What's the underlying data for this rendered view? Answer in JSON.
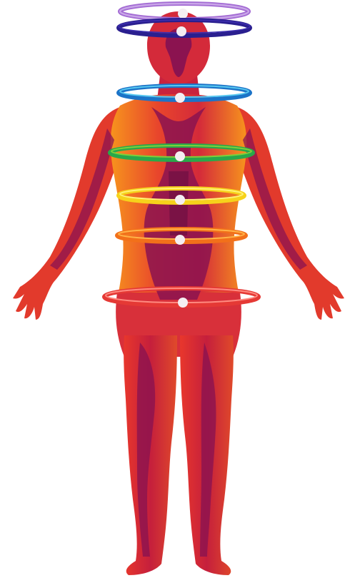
{
  "figure": {
    "kind": "chakra-body-illustration"
  },
  "palette": {
    "background": "#ffffff",
    "body_highlight": "#f7941d",
    "body_mid": "#e8372c",
    "body_shadow": "#8b1350",
    "body_deep": "#6d0f43",
    "node": "#f4eef2"
  },
  "chakras": [
    {
      "id": "crown",
      "colors": [
        "#c9a6e8",
        "#a26ad3",
        "#7a3fbd"
      ]
    },
    {
      "id": "third-eye",
      "colors": [
        "#3e2fb0",
        "#2a1f8f",
        "#6a5fd0"
      ]
    },
    {
      "id": "throat",
      "colors": [
        "#58c8f0",
        "#1c74c8",
        "#2a53a8"
      ]
    },
    {
      "id": "heart",
      "colors": [
        "#7fcf3a",
        "#29a84a",
        "#1e7f3a"
      ]
    },
    {
      "id": "solar-plexus",
      "colors": [
        "#fff176",
        "#f6d21b",
        "#d8a700"
      ]
    },
    {
      "id": "sacral",
      "colors": [
        "#ffb347",
        "#f2701a",
        "#d2501a"
      ]
    },
    {
      "id": "root",
      "colors": [
        "#ff8a80",
        "#e53935",
        "#b11a22"
      ]
    }
  ]
}
